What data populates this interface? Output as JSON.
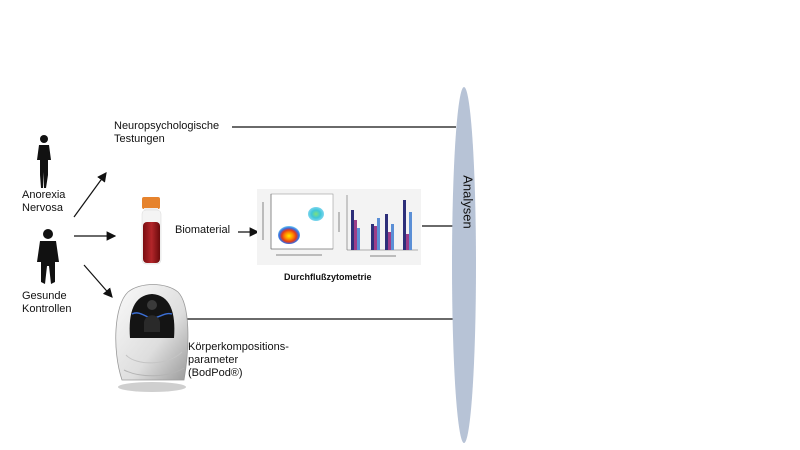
{
  "subjects": {
    "anorexia_label_line1": "Anorexia",
    "anorexia_label_line2": "Nervosa",
    "controls_label_line1": "Gesunde",
    "controls_label_line2": "Kontrollen"
  },
  "modules": {
    "neuro_line1": "Neuropsychologische",
    "neuro_line2": "Testungen",
    "biomaterial": "Biomaterial",
    "flow_caption": "Durchflußzytometrie",
    "body_line1": "Körperkompositions-",
    "body_line2": "parameter",
    "body_line3": "(BodPod®)"
  },
  "analysis": {
    "label": "Analysen",
    "lens_color": "#b7c3d6"
  },
  "icons": [
    "person-silhouette-icon",
    "blood-tube-icon",
    "bodpod-device-icon",
    "flow-cytometry-plot-icon",
    "bar-chart-icon"
  ]
}
